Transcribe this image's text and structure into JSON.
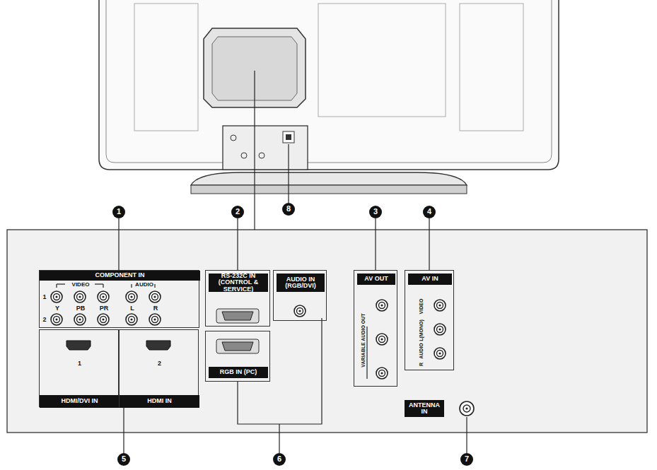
{
  "diagram": {
    "nodes": [
      {
        "text": [
          "COMPONENT IN",
          "VIDEO",
          "AUDIO",
          "1",
          "2",
          "Y",
          "PB",
          "PR",
          "L",
          "R"
        ]
      },
      {
        "text": [
          "1",
          "HDMI/DVI IN"
        ]
      },
      {
        "text": [
          "2",
          "HDMI IN"
        ]
      },
      {
        "text": [
          "RS-232C IN (CONTROL & SERVICE)"
        ]
      },
      {
        "text": [
          "RGB IN (PC)"
        ]
      },
      {
        "text": [
          "AUDIO IN (RGB/DVI)"
        ]
      },
      {
        "text": [
          "AV OUT",
          "VARIABLE AUDIO OUT"
        ]
      },
      {
        "text": [
          "AV IN",
          "VIDEO",
          "L(MONO)",
          "AUDIO",
          "R"
        ]
      }
    ],
    "labels": [
      "ANTENNA IN",
      "1",
      "2",
      "3",
      "4",
      "5",
      "6",
      "7",
      "8"
    ]
  }
}
